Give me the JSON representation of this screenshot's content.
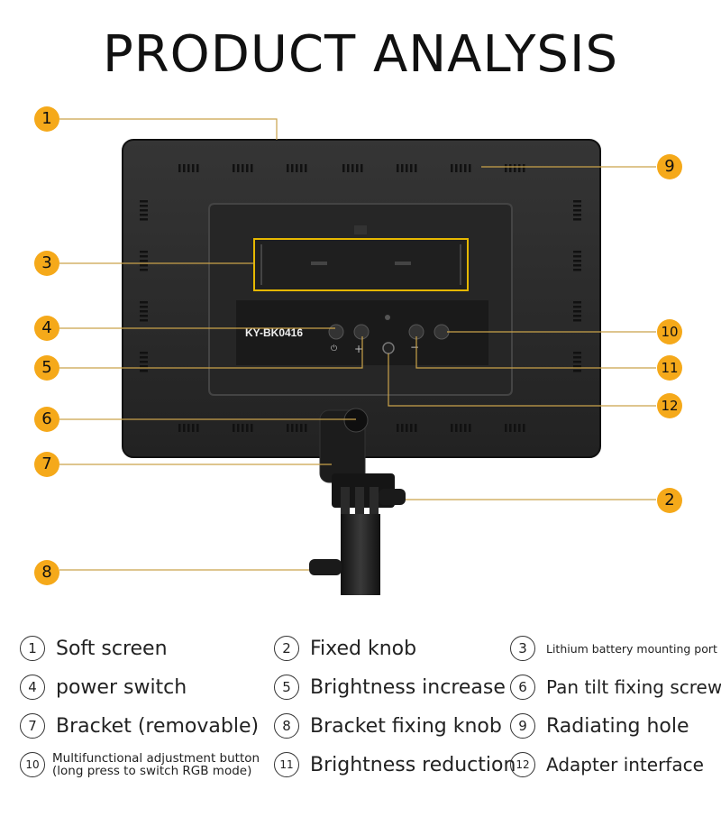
{
  "title": "PRODUCT ANALYSIS",
  "panel": {
    "model_label": "KY-BK0416"
  },
  "callouts": [
    "1",
    "2",
    "3",
    "4",
    "5",
    "6",
    "7",
    "8",
    "9",
    "10",
    "11",
    "12"
  ],
  "legend": [
    {
      "num": "1",
      "text": "Soft screen"
    },
    {
      "num": "2",
      "text": "Fixed knob"
    },
    {
      "num": "3",
      "text": "Lithium battery mounting port"
    },
    {
      "num": "4",
      "text": "power switch"
    },
    {
      "num": "5",
      "text": "Brightness increase"
    },
    {
      "num": "6",
      "text": "Pan tilt fixing screw"
    },
    {
      "num": "7",
      "text": "Bracket (removable)"
    },
    {
      "num": "8",
      "text": "Bracket fixing knob"
    },
    {
      "num": "9",
      "text": "Radiating hole"
    },
    {
      "num": "10",
      "text_line1": "Multifunctional adjustment button",
      "text_line2": "(long press to switch RGB mode)"
    },
    {
      "num": "11",
      "text": "Brightness reduction"
    },
    {
      "num": "12",
      "text": "Adapter interface"
    }
  ],
  "colors": {
    "badge": "#f5a91a",
    "panel": "#2b2b2b",
    "leader": "#c9a24a",
    "highlight": "#e6b800"
  }
}
